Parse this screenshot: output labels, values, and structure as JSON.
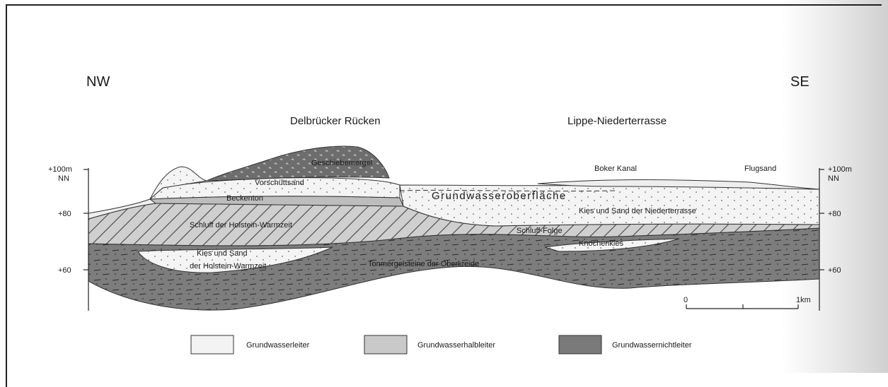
{
  "directions": {
    "left": "NW",
    "right": "SE"
  },
  "regions": {
    "west": "Delbrücker Rücken",
    "east": "Lippe-Niederterrasse"
  },
  "axis": {
    "left": [
      "+100m",
      "NN",
      "+80",
      "+60"
    ],
    "right": [
      "+100m",
      "NN",
      "+80",
      "+60"
    ]
  },
  "layers": {
    "geschiebemergel": "Geschiebemergel",
    "vorschuettsand": "Vorschüttsand",
    "beckenton": "Beckenton",
    "schluff_holstein": "Schluff der Holstein-Warmzeit",
    "kies_holstein_1": "Kies und Sand",
    "kies_holstein_2": "der Holstein-Warmzeit",
    "tonmergel": "Tonmergelsteine der Oberkreide",
    "grundwasseroberflaeche": "Grundwasseroberfläche",
    "kies_niederterrasse": "Kies und Sand der Niederterrasse",
    "schluff_folge": "Schluff-Folge",
    "knochenkies": "Knochenkies",
    "boker_kanal": "Boker Kanal",
    "flugsand": "Flugsand"
  },
  "scale": {
    "start": "0",
    "end": "1km"
  },
  "legend": [
    {
      "label": "Grundwasserleiter",
      "color": "#f3f3f3"
    },
    {
      "label": "Grundwasserhalbleiter",
      "color": "#c9c9c9"
    },
    {
      "label": "Grundwassernichtleiter",
      "color": "#7a7a7a"
    }
  ]
}
